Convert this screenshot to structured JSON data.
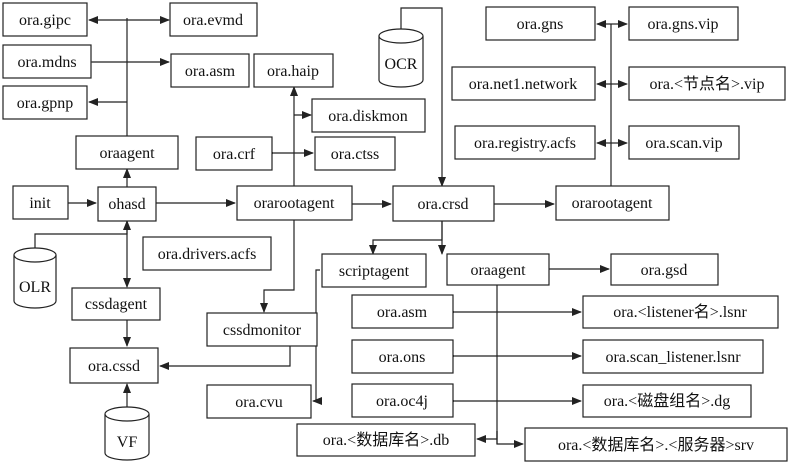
{
  "nodes": {
    "gipc": "ora.gipc",
    "evmd": "ora.evmd",
    "mdns": "ora.mdns",
    "asm_top": "ora.asm",
    "haip": "ora.haip",
    "gpnp": "ora.gpnp",
    "diskmon": "ora.diskmon",
    "oraagent_top": "oraagent",
    "crf": "ora.crf",
    "ctss": "ora.ctss",
    "init": "init",
    "ohasd": "ohasd",
    "orarootagent_left": "orarootagent",
    "crsd": "ora.crsd",
    "orarootagent_right": "orarootagent",
    "drivers_acfs": "ora.drivers.acfs",
    "cssdagent": "cssdagent",
    "cssdmonitor": "cssdmonitor",
    "cssd": "ora.cssd",
    "cvu": "ora.cvu",
    "scriptagent": "scriptagent",
    "oraagent_mid": "oraagent",
    "gsd": "ora.gsd",
    "asm_mid": "ora.asm",
    "listener_lsnr": "ora.<listener名>.lsnr",
    "ons": "ora.ons",
    "scan_listener": "ora.scan_listener.lsnr",
    "oc4j": "ora.oc4j",
    "diskgroup_dg": "ora.<磁盘组名>.dg",
    "database_db": "ora.<数据库名>.db",
    "service_srv": "ora.<数据库名>.<服务器>srv",
    "gns": "ora.gns",
    "gns_vip": "ora.gns.vip",
    "net1_network": "ora.net1.network",
    "node_vip": "ora.<节点名>.vip",
    "registry_acfs": "ora.registry.acfs",
    "scan_vip": "ora.scan.vip"
  },
  "stores": {
    "ocr": "OCR",
    "olr": "OLR",
    "vf": "VF"
  }
}
